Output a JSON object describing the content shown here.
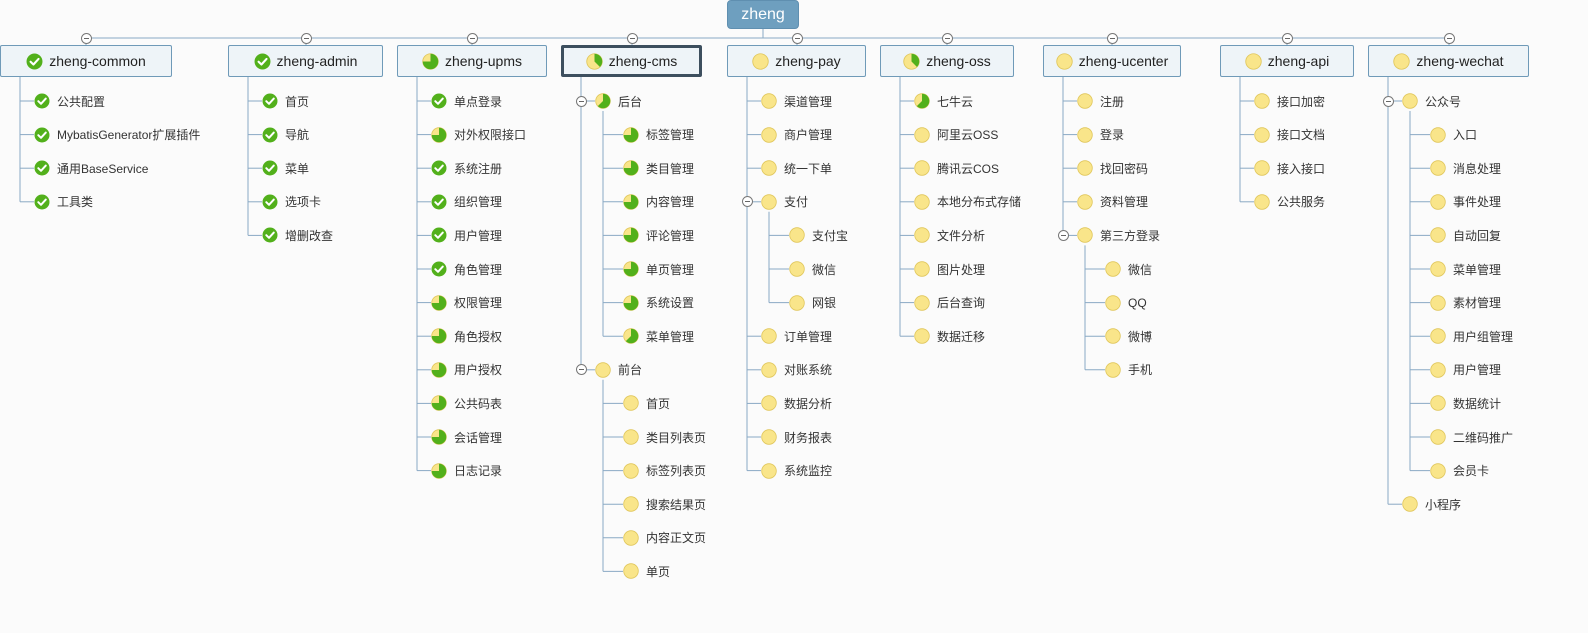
{
  "colors": {
    "line": "#8aa9c4",
    "done": "#52b01b",
    "todo": "#f9e58a",
    "todo_border": "#e0c65a",
    "root_bg": "#6e9fbf",
    "module_bg": "#eef4f8",
    "selected_border": "#3d4f5e"
  },
  "root": {
    "label": "zheng"
  },
  "modules": [
    {
      "id": "zheng-common",
      "label": "zheng-common",
      "progress": 1,
      "children": [
        {
          "label": "公共配置",
          "progress": 1
        },
        {
          "label": "MybatisGenerator扩展插件",
          "progress": 1
        },
        {
          "label": "通用BaseService",
          "progress": 1
        },
        {
          "label": "工具类",
          "progress": 1
        }
      ]
    },
    {
      "id": "zheng-admin",
      "label": "zheng-admin",
      "progress": 1,
      "children": [
        {
          "label": "首页",
          "progress": 1
        },
        {
          "label": "导航",
          "progress": 1
        },
        {
          "label": "菜单",
          "progress": 1
        },
        {
          "label": "选项卡",
          "progress": 1
        },
        {
          "label": "增删改查",
          "progress": 1
        }
      ]
    },
    {
      "id": "zheng-upms",
      "label": "zheng-upms",
      "progress": 0.75,
      "children": [
        {
          "label": "单点登录",
          "progress": 1
        },
        {
          "label": "对外权限接口",
          "progress": 0.75
        },
        {
          "label": "系统注册",
          "progress": 1
        },
        {
          "label": "组织管理",
          "progress": 1
        },
        {
          "label": "用户管理",
          "progress": 1
        },
        {
          "label": "角色管理",
          "progress": 1
        },
        {
          "label": "权限管理",
          "progress": 0.75
        },
        {
          "label": "角色授权",
          "progress": 0.75
        },
        {
          "label": "用户授权",
          "progress": 0.75
        },
        {
          "label": "公共码表",
          "progress": 0.75
        },
        {
          "label": "会话管理",
          "progress": 0.75
        },
        {
          "label": "日志记录",
          "progress": 0.75
        }
      ]
    },
    {
      "id": "zheng-cms",
      "label": "zheng-cms",
      "progress": 0.375,
      "selected": true,
      "children": [
        {
          "label": "后台",
          "progress": 0.625,
          "collapsible": true,
          "children": [
            {
              "label": "标签管理",
              "progress": 0.75
            },
            {
              "label": "类目管理",
              "progress": 0.75
            },
            {
              "label": "内容管理",
              "progress": 0.75
            },
            {
              "label": "评论管理",
              "progress": 0.75
            },
            {
              "label": "单页管理",
              "progress": 0.75
            },
            {
              "label": "系统设置",
              "progress": 0.75
            },
            {
              "label": "菜单管理",
              "progress": 0.625
            }
          ]
        },
        {
          "label": "前台",
          "progress": 0,
          "collapsible": true,
          "children": [
            {
              "label": "首页",
              "progress": 0
            },
            {
              "label": "类目列表页",
              "progress": 0
            },
            {
              "label": "标签列表页",
              "progress": 0
            },
            {
              "label": "搜索结果页",
              "progress": 0
            },
            {
              "label": "内容正文页",
              "progress": 0
            },
            {
              "label": "单页",
              "progress": 0
            }
          ]
        }
      ]
    },
    {
      "id": "zheng-pay",
      "label": "zheng-pay",
      "progress": 0,
      "children": [
        {
          "label": "渠道管理",
          "progress": 0
        },
        {
          "label": "商户管理",
          "progress": 0
        },
        {
          "label": "统一下单",
          "progress": 0
        },
        {
          "label": "支付",
          "progress": 0,
          "collapsible": true,
          "children": [
            {
              "label": "支付宝",
              "progress": 0
            },
            {
              "label": "微信",
              "progress": 0
            },
            {
              "label": "网银",
              "progress": 0
            }
          ]
        },
        {
          "label": "订单管理",
          "progress": 0
        },
        {
          "label": "对账系统",
          "progress": 0
        },
        {
          "label": "数据分析",
          "progress": 0
        },
        {
          "label": "财务报表",
          "progress": 0
        },
        {
          "label": "系统监控",
          "progress": 0
        }
      ]
    },
    {
      "id": "zheng-oss",
      "label": "zheng-oss",
      "progress": 0.375,
      "children": [
        {
          "label": "七牛云",
          "progress": 0.625
        },
        {
          "label": "阿里云OSS",
          "progress": 0
        },
        {
          "label": "腾讯云COS",
          "progress": 0
        },
        {
          "label": "本地分布式存储",
          "progress": 0
        },
        {
          "label": "文件分析",
          "progress": 0
        },
        {
          "label": "图片处理",
          "progress": 0
        },
        {
          "label": "后台查询",
          "progress": 0
        },
        {
          "label": "数据迁移",
          "progress": 0
        }
      ]
    },
    {
      "id": "zheng-ucenter",
      "label": "zheng-ucenter",
      "progress": 0,
      "children": [
        {
          "label": "注册",
          "progress": 0
        },
        {
          "label": "登录",
          "progress": 0
        },
        {
          "label": "找回密码",
          "progress": 0
        },
        {
          "label": "资料管理",
          "progress": 0
        },
        {
          "label": "第三方登录",
          "progress": 0,
          "collapsible": true,
          "children": [
            {
              "label": "微信",
              "progress": 0
            },
            {
              "label": "QQ",
              "progress": 0
            },
            {
              "label": "微博",
              "progress": 0
            },
            {
              "label": "手机",
              "progress": 0
            }
          ]
        }
      ]
    },
    {
      "id": "zheng-api",
      "label": "zheng-api",
      "progress": 0,
      "children": [
        {
          "label": "接口加密",
          "progress": 0
        },
        {
          "label": "接口文档",
          "progress": 0
        },
        {
          "label": "接入接口",
          "progress": 0
        },
        {
          "label": "公共服务",
          "progress": 0
        }
      ]
    },
    {
      "id": "zheng-wechat",
      "label": "zheng-wechat",
      "progress": 0,
      "children": [
        {
          "label": "公众号",
          "progress": 0,
          "collapsible": true,
          "children": [
            {
              "label": "入口",
              "progress": 0
            },
            {
              "label": "消息处理",
              "progress": 0
            },
            {
              "label": "事件处理",
              "progress": 0
            },
            {
              "label": "自动回复",
              "progress": 0
            },
            {
              "label": "菜单管理",
              "progress": 0
            },
            {
              "label": "素材管理",
              "progress": 0
            },
            {
              "label": "用户组管理",
              "progress": 0
            },
            {
              "label": "用户管理",
              "progress": 0
            },
            {
              "label": "数据统计",
              "progress": 0
            },
            {
              "label": "二维码推广",
              "progress": 0
            },
            {
              "label": "会员卡",
              "progress": 0
            }
          ]
        },
        {
          "label": "小程序",
          "progress": 0
        }
      ]
    }
  ]
}
